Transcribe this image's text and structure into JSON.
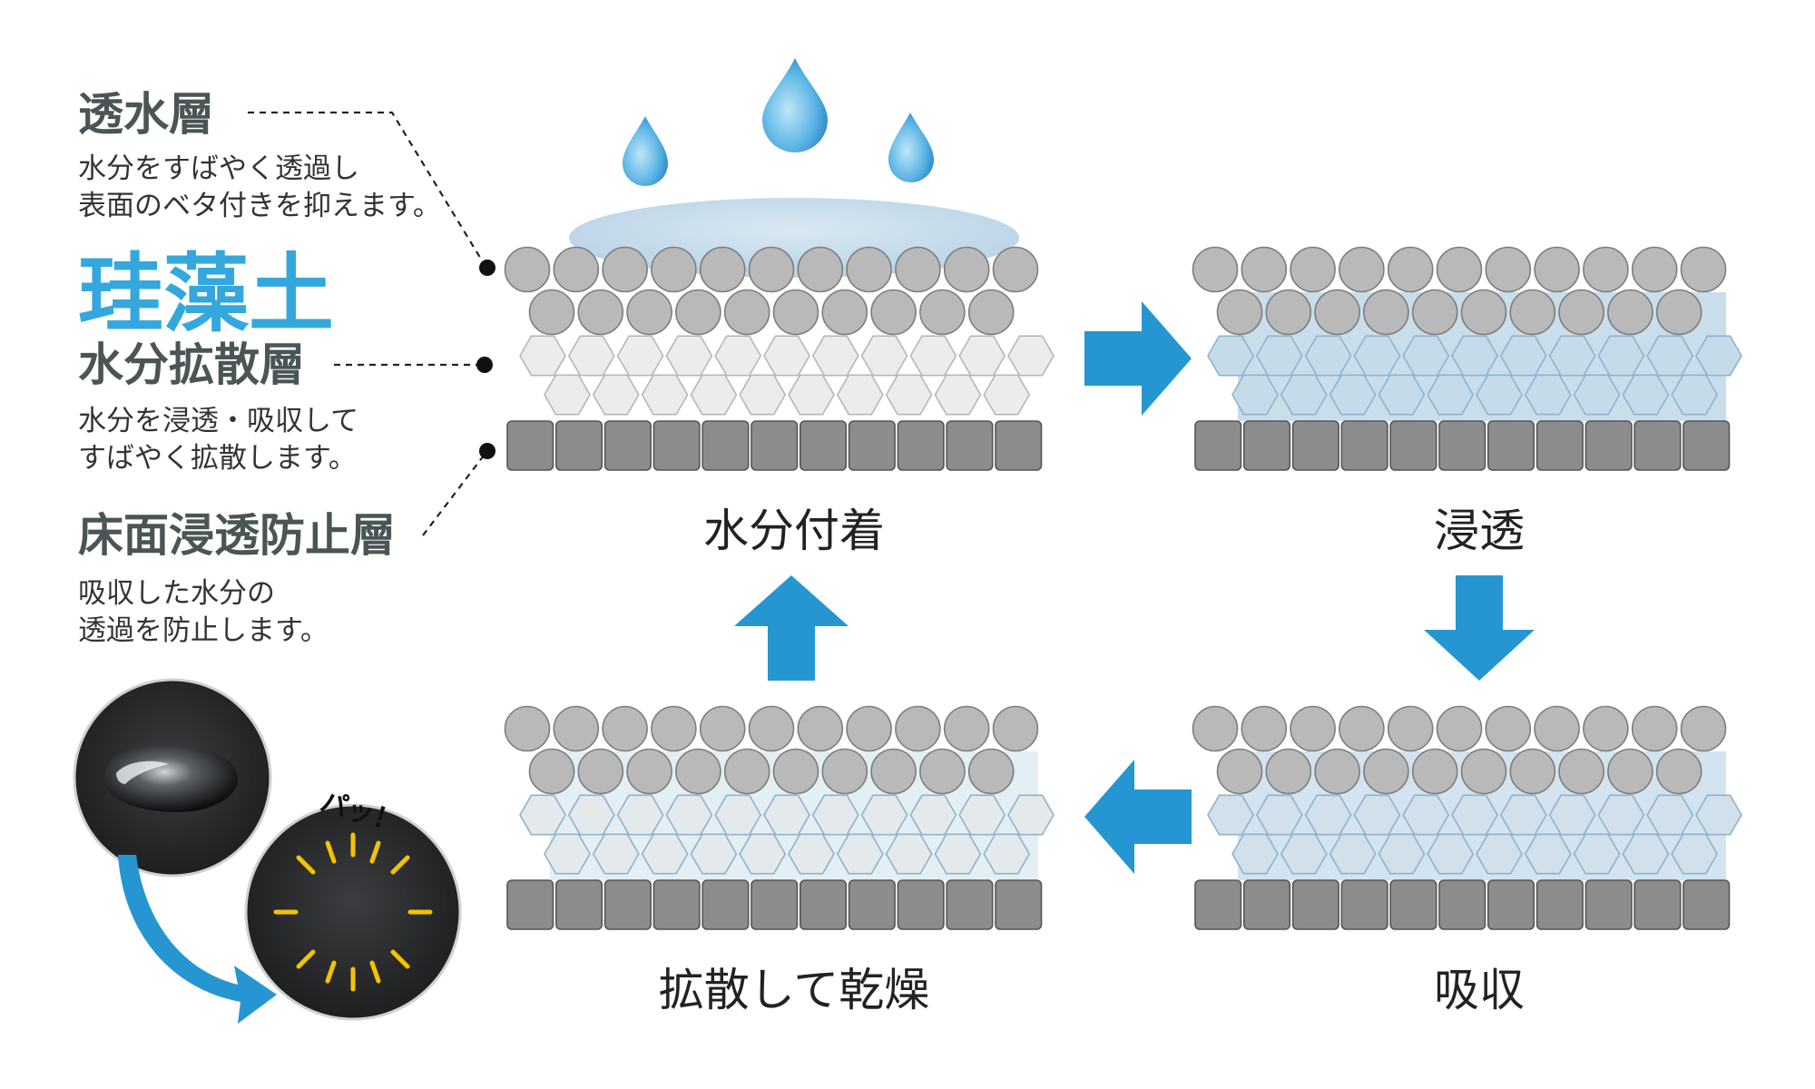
{
  "legend": {
    "layers": [
      {
        "title": "透水層",
        "desc": [
          "水分をすばやく透過し",
          "表面のベタ付きを抑えます。"
        ]
      },
      {
        "title": "水分拡散層",
        "desc": [
          "水分を浸透・吸収して",
          "すばやく拡散します。"
        ]
      },
      {
        "title": "床面浸透防止層",
        "desc": [
          "吸収した水分の",
          "透過を防止します。"
        ]
      }
    ],
    "brand": "珪藻土"
  },
  "stages": [
    {
      "label": "水分付着",
      "water_fill": 0.0,
      "surface_water": true
    },
    {
      "label": "浸透",
      "water_fill": 1.0,
      "surface_water": false
    },
    {
      "label": "吸収",
      "water_fill": 0.7,
      "surface_water": false
    },
    {
      "label": "拡散して乾燥",
      "water_fill": 0.2,
      "surface_water": false
    }
  ],
  "demo": {
    "pop_text": "パッ！"
  },
  "colors": {
    "accent_blue": "#2596d2",
    "brand_cyan": "#34a8dc",
    "title_gray": "#4a5555",
    "circle": "#b9b9b9",
    "hex": "#ececec",
    "water": "#c6dbea",
    "base_block": "#8c8c8c",
    "spark_yellow": "#f2c400"
  }
}
